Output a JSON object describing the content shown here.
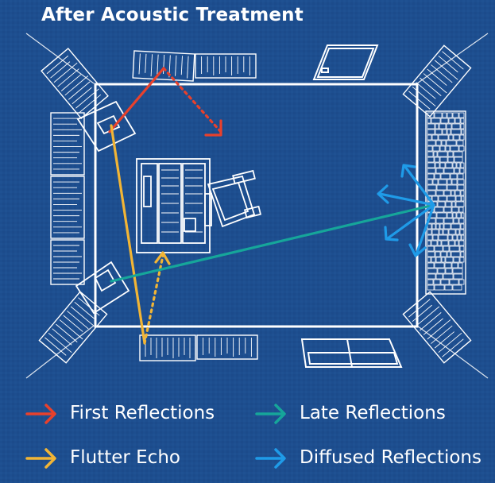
{
  "title": "After Acoustic Treatment",
  "legend": [
    {
      "label": "First Reflections",
      "color": "#e8412c"
    },
    {
      "label": "Late Reflections",
      "color": "#16a69a"
    },
    {
      "label": "Flutter Echo",
      "color": "#f2b535"
    },
    {
      "label": "Diffused Reflections",
      "color": "#1f9be8"
    }
  ],
  "colors": {
    "background": "#1d4e8f",
    "line": "#ffffff",
    "first": "#e8412c",
    "late": "#16a69a",
    "flutter": "#f2b535",
    "diffused": "#1f9be8"
  }
}
